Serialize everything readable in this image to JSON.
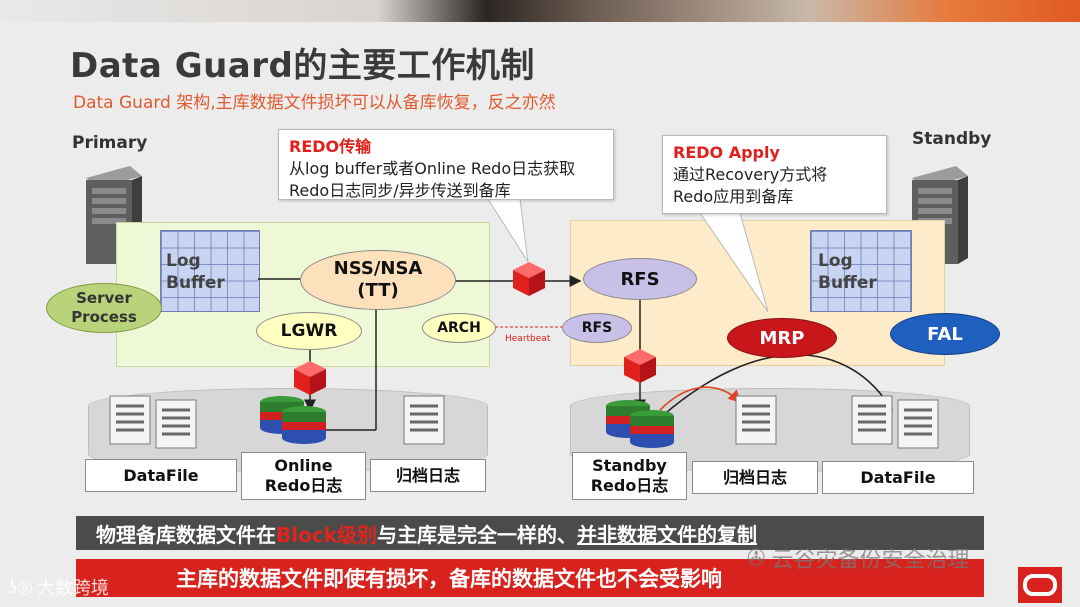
{
  "header": {
    "title": "Data Guard的主要工作机制",
    "subtitle": "Data Guard 架构,主库数据文件损坏可以从备库恢复，反之亦然"
  },
  "primary": {
    "label": "Primary",
    "log_buffer": [
      "Log",
      "Buffer"
    ],
    "server_process": [
      "Server",
      "Process"
    ],
    "lgwr": "LGWR",
    "nss": [
      "NSS/NSA",
      "(TT)"
    ],
    "arch": "ARCH",
    "boxes": {
      "datafile": "DataFile",
      "online_redo": [
        "Online",
        "Redo日志"
      ],
      "archive": "归档日志"
    }
  },
  "standby": {
    "label": "Standby",
    "log_buffer": [
      "Log",
      "Buffer"
    ],
    "rfs_main": "RFS",
    "rfs_small": "RFS",
    "mrp": "MRP",
    "fal": "FAL",
    "boxes": {
      "standby_redo": [
        "Standby",
        "Redo日志"
      ],
      "archive": "归档日志",
      "datafile": "DataFile"
    }
  },
  "heartbeat": "Heartbeat",
  "callouts": {
    "redo_transport": {
      "title": "REDO传输",
      "lines": [
        "从log buffer或者Online Redo日志获取",
        "Redo日志同步/异步传送到备库"
      ]
    },
    "redo_apply": {
      "title": "REDO Apply",
      "lines": [
        "通过Recovery方式将",
        "Redo应用到备库"
      ]
    }
  },
  "banners": {
    "line1": {
      "before": "物理备库数据文件在",
      "highlight": "Block级别",
      "middle": "与主库是完全一样的、",
      "underlined": "并非数据文件的复制"
    },
    "line2": "主库的数据文件即使有损坏，备库的数据文件也不会受影响"
  },
  "watermarks": {
    "wechat": "云谷灾备份安全治理",
    "brand": "大数跨境"
  },
  "colors": {
    "accent_red": "#d8221d",
    "title_orange": "#e05a30",
    "mrp_red": "#c8161a",
    "fal_blue": "#1f5fbf",
    "lavender": "#c9c0e8"
  }
}
